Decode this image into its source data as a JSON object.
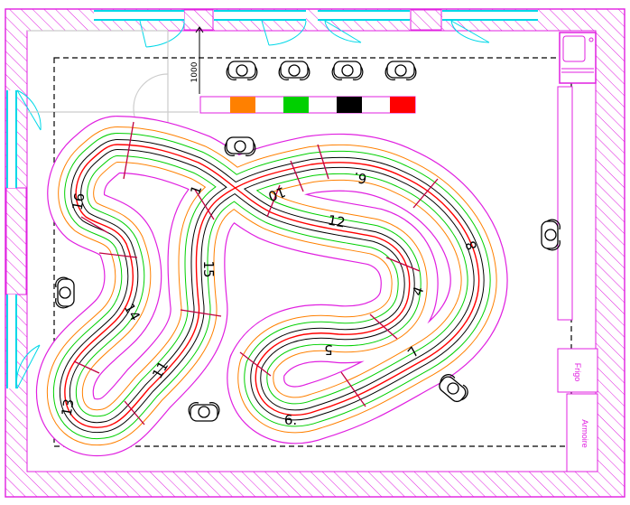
{
  "dimension": {
    "label": "1000"
  },
  "track_sections": [
    {
      "id": "s1",
      "label": "1"
    },
    {
      "id": "s4",
      "label": "4"
    },
    {
      "id": "s5",
      "label": "5"
    },
    {
      "id": "s6a",
      "label": "6."
    },
    {
      "id": "s6b",
      "label": "6."
    },
    {
      "id": "s7",
      "label": "7"
    },
    {
      "id": "s8",
      "label": "8"
    },
    {
      "id": "s10",
      "label": "10"
    },
    {
      "id": "s11",
      "label": "11"
    },
    {
      "id": "s12",
      "label": "12"
    },
    {
      "id": "s13",
      "label": "13"
    },
    {
      "id": "s14",
      "label": "14"
    },
    {
      "id": "s15",
      "label": "15"
    },
    {
      "id": "s16",
      "label": "16"
    }
  ],
  "furniture": {
    "frigo": "Frigo",
    "armoire": "Armoire"
  },
  "lane_colors": [
    "#ff8000",
    "#00d000",
    "#000000",
    "#ff0000"
  ],
  "colors": {
    "wall": "#e020e0",
    "window": "#00d8e8",
    "dashed_zone": "#000000"
  }
}
